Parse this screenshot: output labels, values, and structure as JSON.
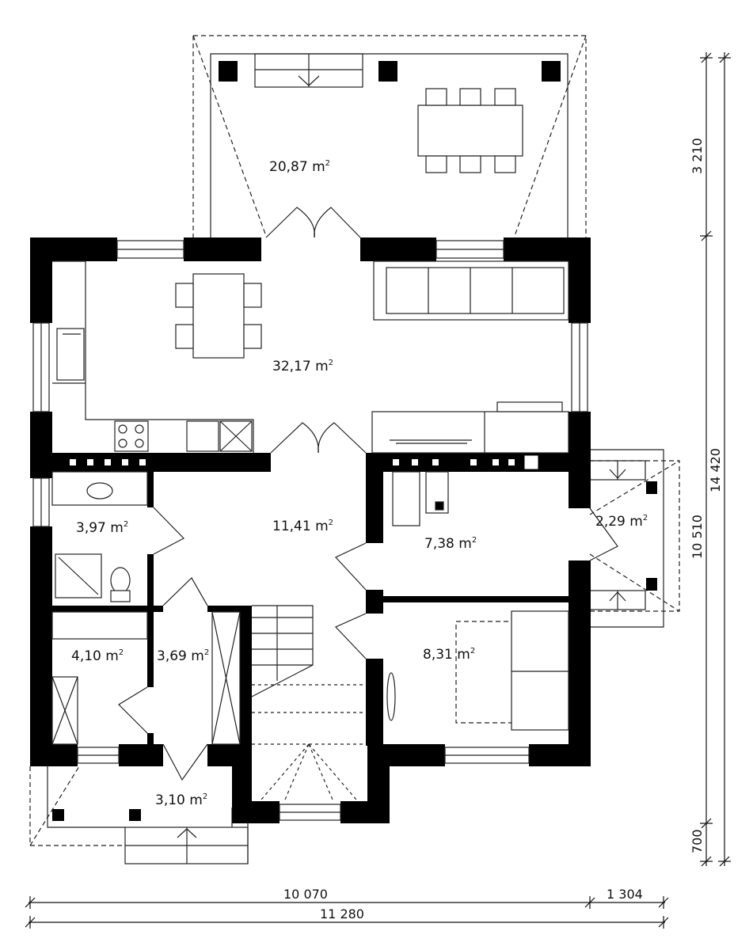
{
  "areas": {
    "terrace": "20,87 m",
    "living": "32,17 m",
    "hall": "11,41 m",
    "bath": "3,97 m",
    "room_small": "7,38 m",
    "porch_side": "2,29 m",
    "pantry": "4,10 m",
    "corridor": "3,69 m",
    "bedroom": "8,31 m",
    "entry": "3,10 m"
  },
  "area_unit_sup": "2",
  "dimensions": {
    "width_main": "10 070",
    "width_porch": "1 304",
    "width_total": "11 280",
    "depth_terrace": "3 210",
    "depth_house": "10 510",
    "depth_total": "14 420",
    "depth_entry": "700"
  },
  "colors": {
    "wall": "#000000",
    "line": "#111111",
    "background": "#ffffff"
  }
}
